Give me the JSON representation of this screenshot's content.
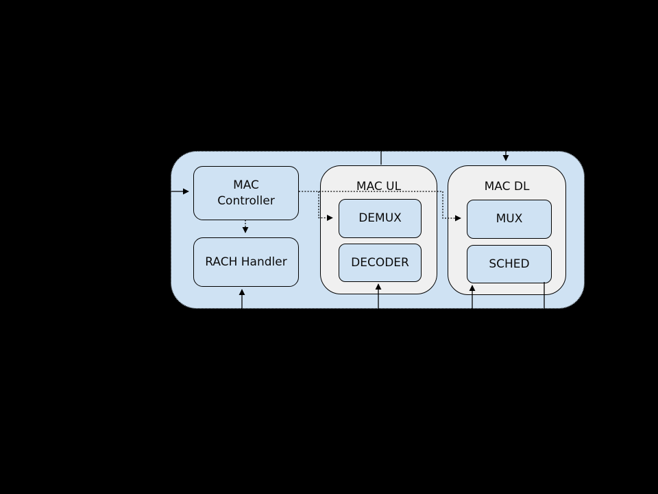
{
  "colors": {
    "background": "#000000",
    "container-fill": "#cfe2f3",
    "container-border": "#000000",
    "group-fill": "#f0f0f0",
    "node-fill": "#cfe2f3",
    "line": "#000000",
    "text": "#0b0b0b"
  },
  "diagram": {
    "mac_controller": {
      "label": "MAC\nController"
    },
    "rach_handler": {
      "label": "RACH Handler"
    },
    "mac_ul": {
      "label": "MAC UL",
      "demux": {
        "label": "DEMUX"
      },
      "decoder": {
        "label": "DECODER"
      }
    },
    "mac_dl": {
      "label": "MAC DL",
      "mux": {
        "label": "MUX"
      },
      "sched": {
        "label": "SCHED"
      }
    }
  }
}
